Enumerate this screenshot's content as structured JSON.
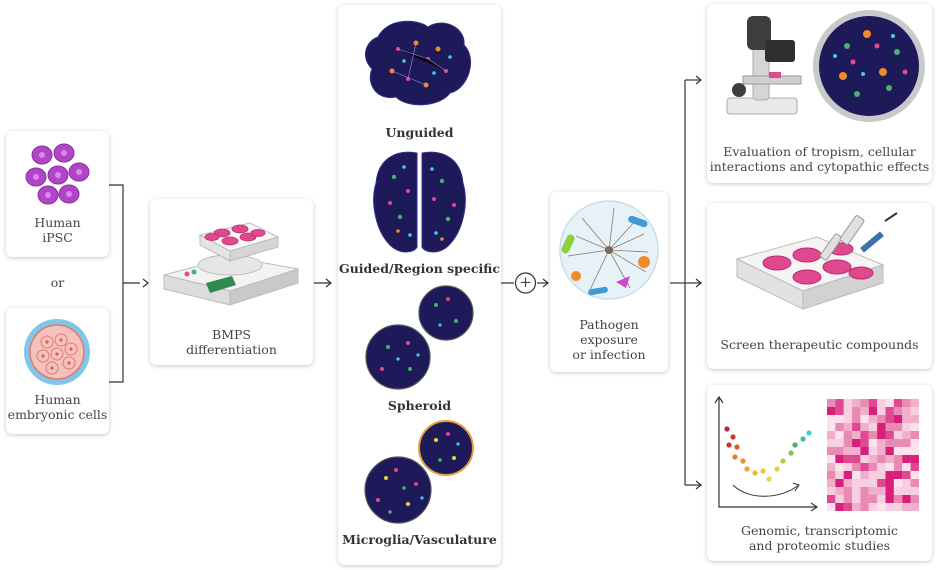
{
  "sources": {
    "ipsc_label": "Human\niPSC",
    "or_label": "or",
    "embryonic_label": "Human\nembryonic cells"
  },
  "bmps": {
    "label": "BMPS\ndifferentiation"
  },
  "organoids": {
    "unguided": "Unguided",
    "guided": "Guided/Region specific",
    "spheroid": "Spheroid",
    "microglia": "Microglia/Vasculature"
  },
  "plus_symbol": "+",
  "pathogen": {
    "label": "Pathogen\nexposure\nor infection"
  },
  "outcomes": {
    "tropism": "Evaluation of tropism, cellular\ninteractions and cytopathic effects",
    "screen": "Screen therapeutic compounds",
    "omics": "Genomic, transcriptomic\nand proteomic studies"
  },
  "colors": {
    "ipsc_purple": "#b045c8",
    "dish_pink": "#e0488f",
    "navy": "#1e1a5a",
    "heat_dark": "#d6207a",
    "heat_light": "#f6cfe0"
  }
}
